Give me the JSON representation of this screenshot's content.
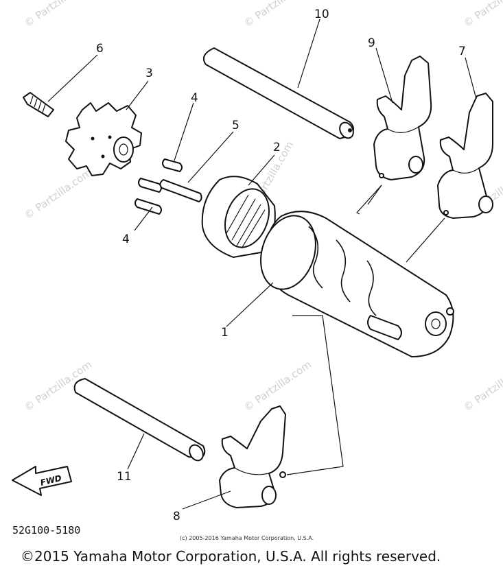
{
  "watermark": "© Partzilla.com",
  "callouts": {
    "n1": "1",
    "n2": "2",
    "n3": "3",
    "n4a": "4",
    "n4b": "4",
    "n5": "5",
    "n6": "6",
    "n7": "7",
    "n8": "8",
    "n9": "9",
    "n10": "10",
    "n11": "11"
  },
  "direction_label": "FWD",
  "diagram_code": "52G100-5180",
  "small_copyright": "(c) 2005-2016 Yamaha Motor Corporation, U.S.A.",
  "copyright": "©2015 Yamaha Motor Corporation, U.S.A. All rights reserved."
}
